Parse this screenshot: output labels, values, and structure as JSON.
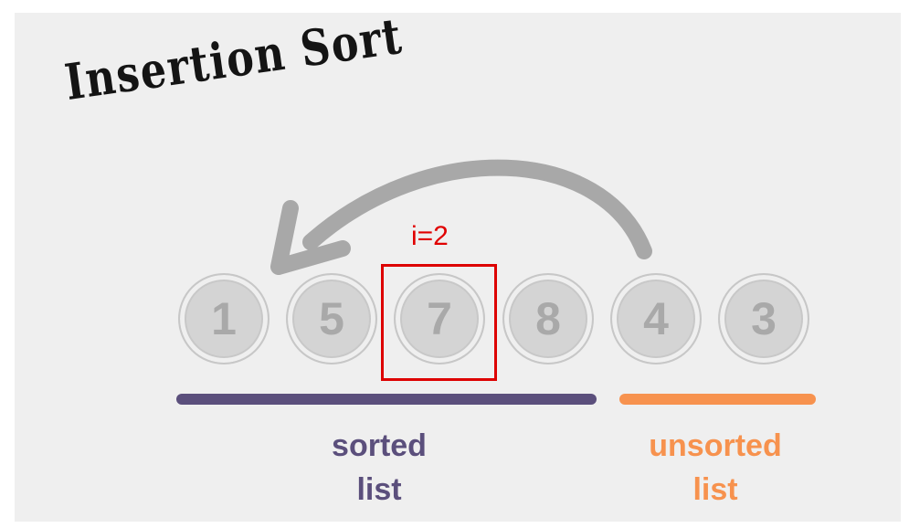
{
  "title": "Insertion Sort",
  "index_label": "i=2",
  "elements": [
    "1",
    "5",
    "7",
    "8",
    "4",
    "3"
  ],
  "highlighted_index": 2,
  "sorted_caption": {
    "line1": "sorted",
    "line2": "list"
  },
  "unsorted_caption": {
    "line1": "unsorted",
    "line2": "list"
  },
  "colors": {
    "sorted": "#5b4f7c",
    "unsorted": "#f7924e",
    "highlight": "#dd0000",
    "arrow": "#a8a8a8"
  }
}
